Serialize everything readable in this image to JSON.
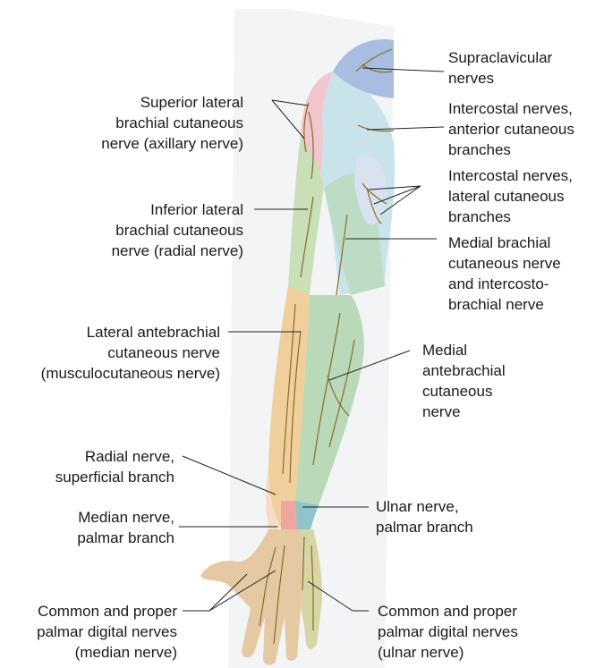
{
  "labels": {
    "supraclavicular": [
      "Supraclavicular",
      "nerves"
    ],
    "intercostal_anterior": [
      "Intercostal nerves,",
      "anterior cutaneous",
      "branches"
    ],
    "intercostal_lateral": [
      "Intercostal nerves,",
      "lateral cutaneous",
      "branches"
    ],
    "medial_brachial": [
      "Medial brachial",
      "cutaneous nerve",
      "and intercosto-",
      "brachial nerve"
    ],
    "medial_antebrachial": [
      "Medial",
      "antebrachial",
      "cutaneous",
      "nerve"
    ],
    "ulnar_palmar": [
      "Ulnar nerve,",
      "palmar branch"
    ],
    "digital_ulnar": [
      "Common and proper",
      "palmar digital nerves",
      "(ulnar nerve)"
    ],
    "superior_lateral": [
      "Superior lateral",
      "brachial cutaneous",
      "nerve (axillary nerve)"
    ],
    "inferior_lateral": [
      "Inferior lateral",
      "brachial cutaneous",
      "nerve (radial nerve)"
    ],
    "lateral_antebrachial": [
      "Lateral antebrachial",
      "cutaneous nerve",
      "(musculocutaneous nerve)"
    ],
    "radial_superficial": [
      "Radial nerve,",
      "superficial branch"
    ],
    "median_palmar": [
      "Median nerve,",
      "palmar branch"
    ],
    "digital_median": [
      "Common and proper",
      "palmar digital nerves",
      "(median nerve)"
    ]
  },
  "colors": {
    "supraclavicular_zone": "#a9bde0",
    "intercostal_zone": "#c9e3ea",
    "axillary_zone": "#f2c6cc",
    "radial_zone": "#c9dfb5",
    "medial_antebrachial_zone": "#b9d9b9",
    "musculocutaneous_zone": "#f1cf9c",
    "ulnar_zone": "#8fc4c9",
    "median_zone": "#e4c9a2",
    "hand_ulnar_zone": "#d6d6a4",
    "skin_background": "#f3f5f6",
    "nerve": "#8a6a2a",
    "leader_line": "#222222"
  }
}
